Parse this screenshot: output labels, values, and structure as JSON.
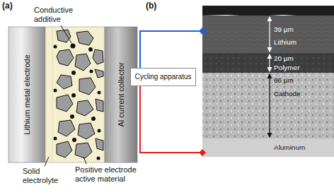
{
  "diagram": {
    "nodes": [
      {
        "text": [
          "Lithium metal electrode"
        ]
      },
      {
        "text": [
          "Al current collector"
        ]
      },
      {
        "text": [
          "Cycling apparatus"
        ]
      },
      {
        "text": [
          "39 µm",
          "Lithium"
        ]
      },
      {
        "text": [
          "20 µm",
          "Polymer"
        ]
      },
      {
        "text": [
          "66 µm",
          "Cathode"
        ]
      },
      {
        "text": [
          "Aluminum"
        ]
      }
    ],
    "edges": [
      {
        "from": 2,
        "to": 3,
        "arrow": "none"
      },
      {
        "from": 2,
        "to": 6,
        "arrow": "none"
      }
    ],
    "labels": [
      "(a)",
      "Conductive additive",
      "Solid electrolyte",
      "Positive electrode active material",
      "(b)"
    ]
  }
}
